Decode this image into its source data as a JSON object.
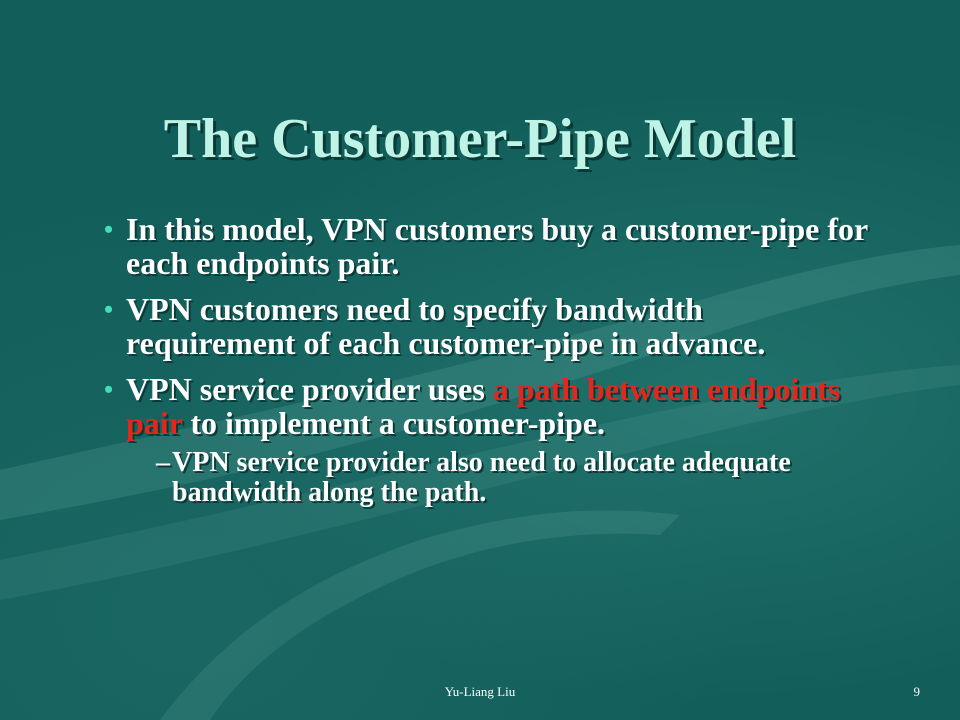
{
  "slide": {
    "title": "The Customer-Pipe Model",
    "bullets": [
      {
        "text": "In this model, VPN customers buy a customer-pipe for each endpoints pair."
      },
      {
        "text": "VPN customers need to specify bandwidth requirement of each customer-pipe in advance."
      },
      {
        "before": "VPN service provider uses ",
        "highlight": "a path between endpoints pair",
        "after": " to implement a customer-pipe."
      }
    ],
    "sub_bullet": {
      "dash": "–",
      "text": "VPN service provider also need to allocate adequate bandwidth along the path."
    },
    "footer": "Yu-Liang Liu",
    "page_number": "9"
  },
  "colors": {
    "background": "#125e5a",
    "title": "#bff3e6",
    "bullet_dot": "#3fe0b5",
    "highlight": "#e2271d"
  }
}
